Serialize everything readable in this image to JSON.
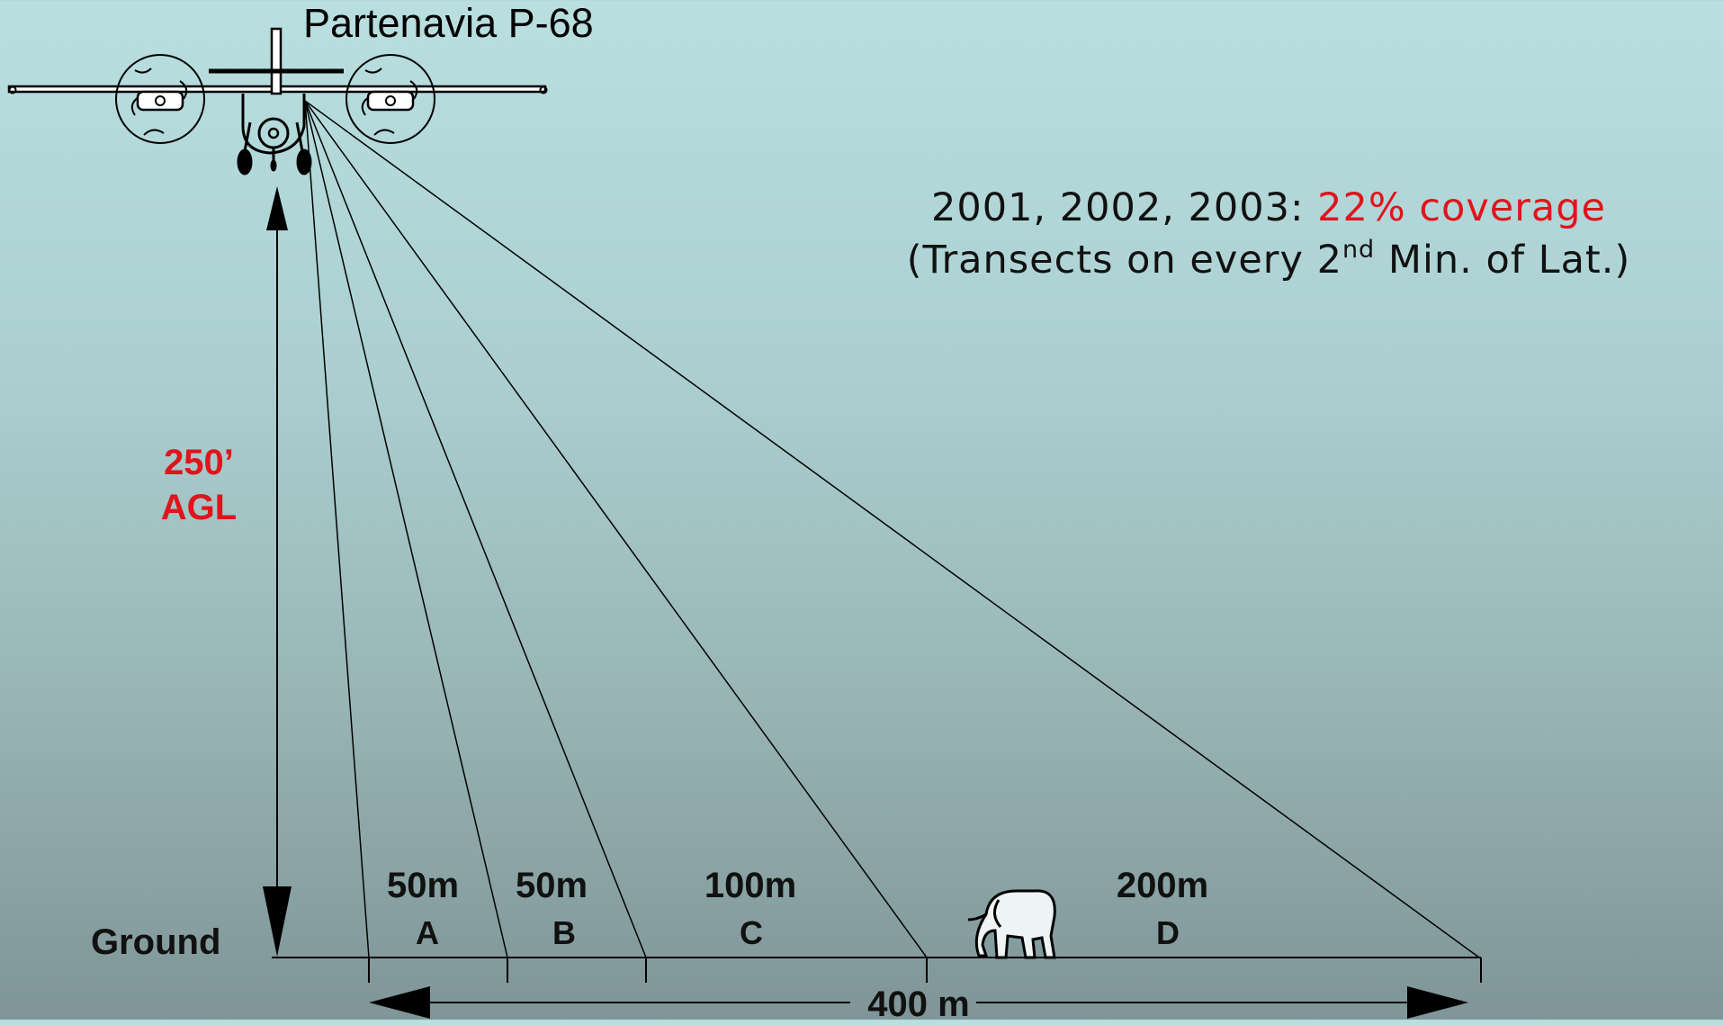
{
  "title": "Partenavia P-68",
  "coverage": {
    "years": "2001, 2002, 2003: ",
    "percent": "22% coverage",
    "note_open": "(Transects on every 2",
    "note_sup": "nd",
    "note_close": " Min. of Lat.)"
  },
  "altitude": {
    "value": "250’",
    "unit": "AGL"
  },
  "ground_label": "Ground",
  "zones": [
    {
      "distance": "50m",
      "letter": "A"
    },
    {
      "distance": "50m",
      "letter": "B"
    },
    {
      "distance": "100m",
      "letter": "C"
    },
    {
      "distance": "200m",
      "letter": "D"
    }
  ],
  "total_width": "400 m",
  "colors": {
    "accent": "#e0141c",
    "ink": "#000000"
  }
}
